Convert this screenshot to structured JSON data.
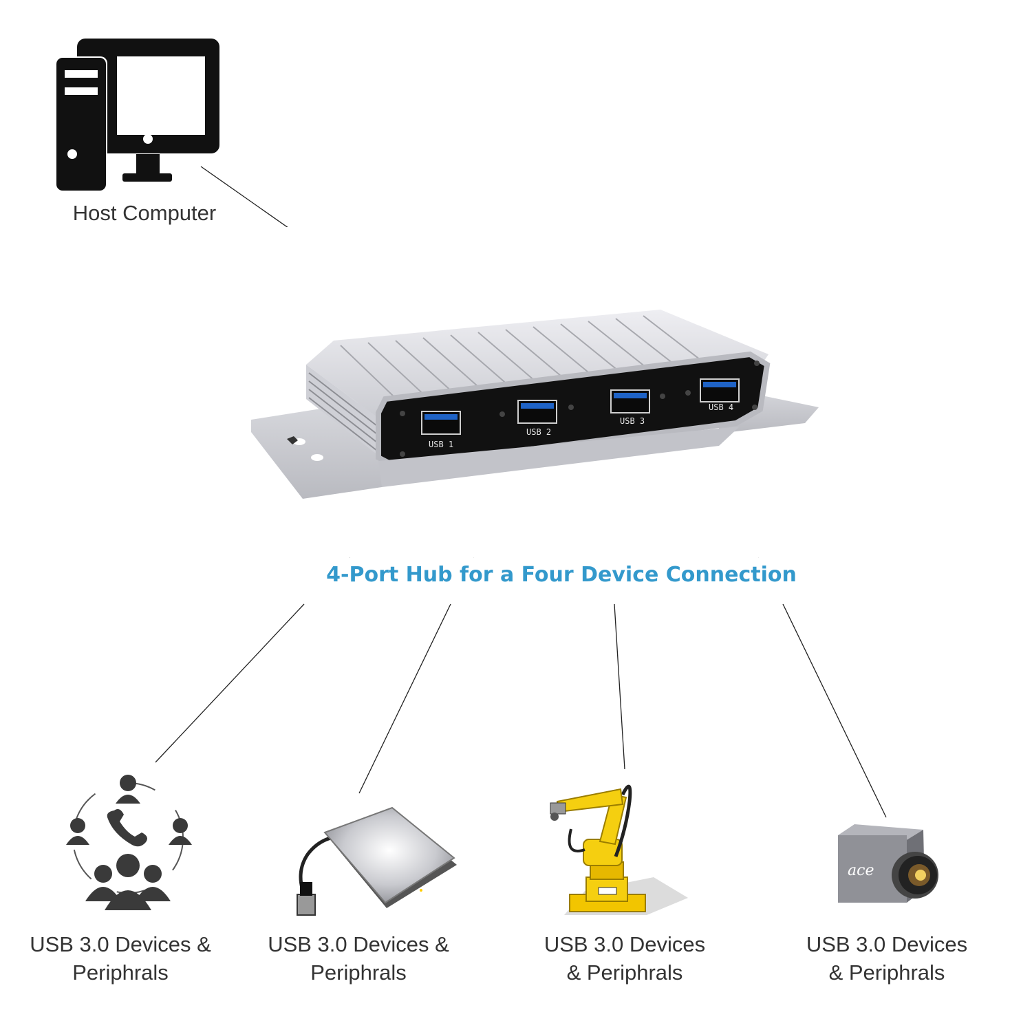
{
  "host": {
    "label": "Host Computer",
    "icon": "desktop-computer-icon"
  },
  "hub": {
    "caption": "4-Port Hub for a Four Device Connection",
    "caption_color": "#3399cc",
    "ports": [
      "USB 1",
      "USB 2",
      "USB 3",
      "USB 4"
    ]
  },
  "devices": [
    {
      "icon": "conference-call-icon",
      "line1": "USB 3.0 Devices &",
      "line2": "Periphrals"
    },
    {
      "icon": "external-hard-drive-icon",
      "line1": "USB 3.0 Devices &",
      "line2": "Periphrals"
    },
    {
      "icon": "industrial-robot-arm-icon",
      "line1": "USB 3.0 Devices",
      "line2": "& Periphrals"
    },
    {
      "icon": "industrial-camera-icon",
      "line1": "USB 3.0 Devices",
      "line2": "& Periphrals",
      "badge": "ace"
    }
  ]
}
